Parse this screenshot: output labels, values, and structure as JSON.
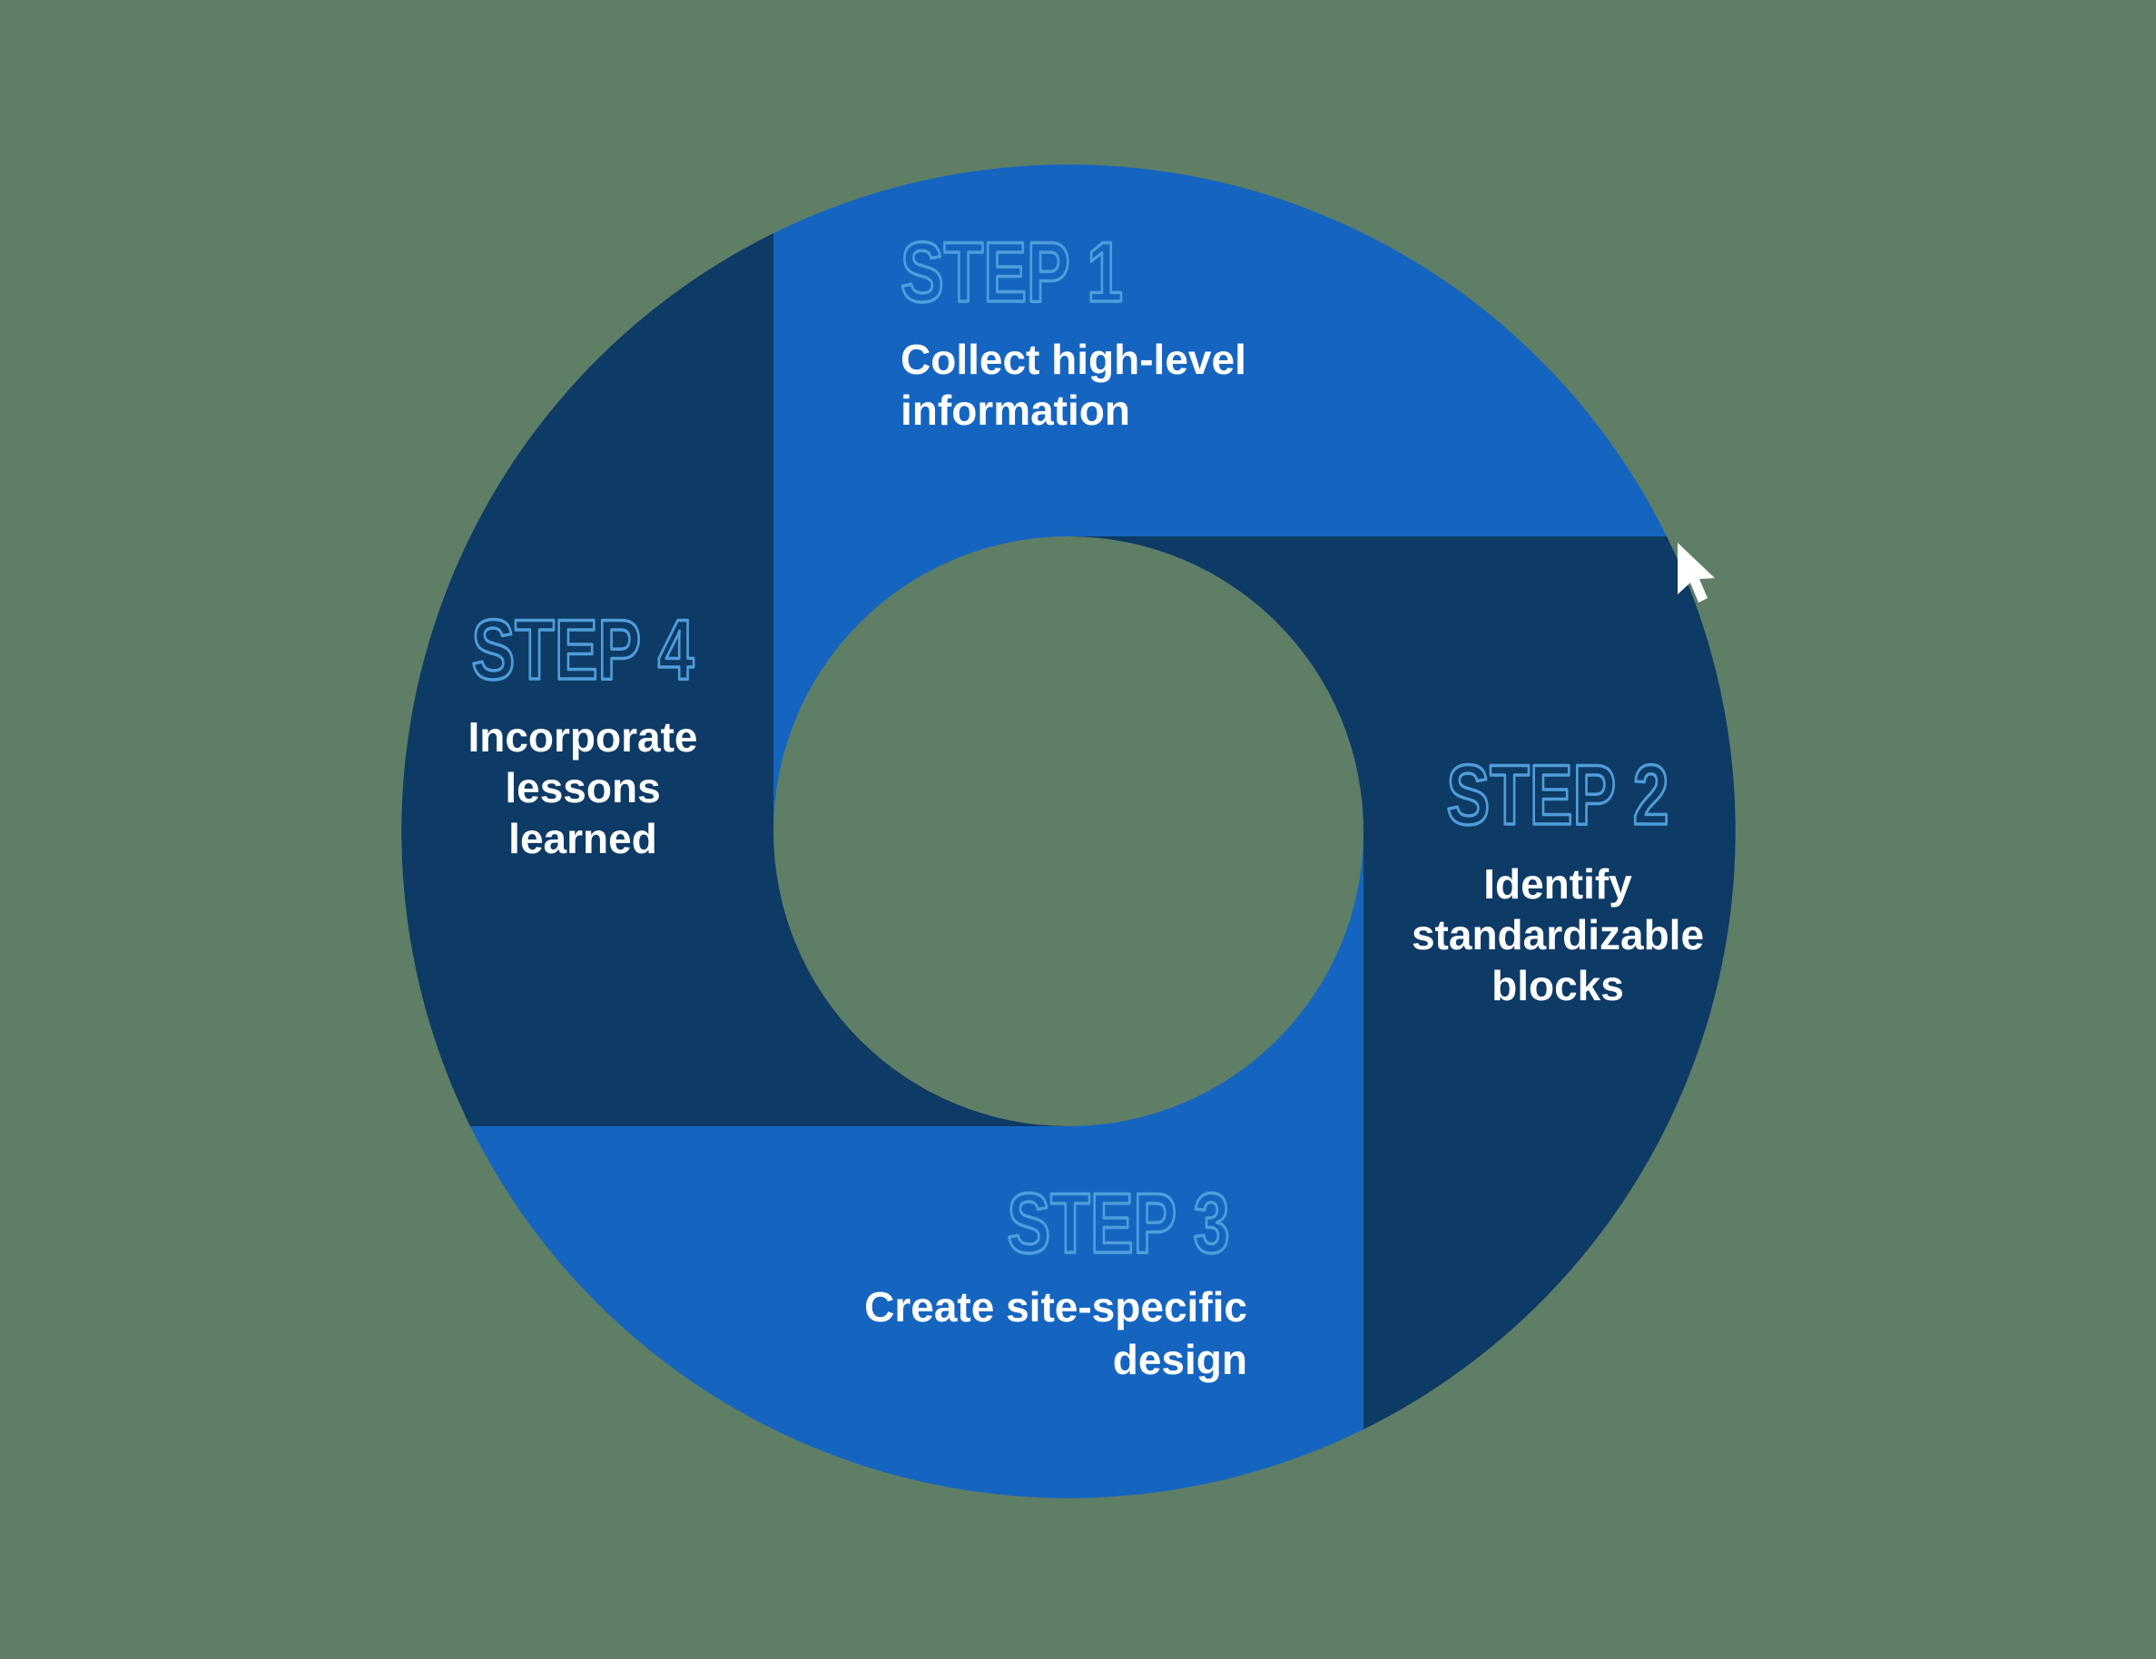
{
  "background_color": "#5e7e66",
  "diagram": {
    "colors": {
      "step_outline": "#4f9ddb",
      "body_text": "#ffffff"
    },
    "steps": [
      {
        "label": "STEP 1",
        "color": "#1565c0",
        "lines": [
          "Collect high-level",
          "information"
        ]
      },
      {
        "label": "STEP 2",
        "color": "#0e3a66",
        "lines": [
          "Identify",
          "standardizable",
          "blocks"
        ]
      },
      {
        "label": "STEP 3",
        "color": "#1565c0",
        "lines": [
          "Create site-specific",
          "design"
        ]
      },
      {
        "label": "STEP 4",
        "color": "#0e3a66",
        "lines": [
          "Incorporate",
          "lessons",
          "learned"
        ]
      }
    ]
  },
  "cursor": {
    "color": "#ffffff"
  }
}
